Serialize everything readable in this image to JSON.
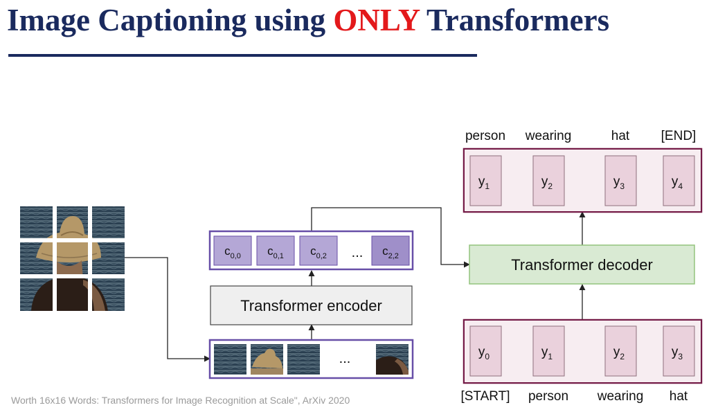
{
  "slide": {
    "title_part1": "Image Captioning using ",
    "title_emphasis": "ONLY",
    "title_part2": " Transformers",
    "footer": "Worth 16x16 Words: Transformers for Image Recognition at Scale\", ArXiv 2020"
  },
  "diagram": {
    "encoder_label": "Transformer encoder",
    "decoder_label": "Transformer decoder",
    "patch_ellipsis": "...",
    "context_ellipsis": "...",
    "context_tokens": [
      {
        "base": "c",
        "sub": "0,0"
      },
      {
        "base": "c",
        "sub": "0,1"
      },
      {
        "base": "c",
        "sub": "0,2"
      },
      {
        "base": "c",
        "sub": "2,2"
      }
    ],
    "output_tokens": [
      {
        "base": "y",
        "sub": "1"
      },
      {
        "base": "y",
        "sub": "2"
      },
      {
        "base": "y",
        "sub": "3"
      },
      {
        "base": "y",
        "sub": "4"
      }
    ],
    "output_words": [
      "person",
      "wearing",
      "hat",
      "[END]"
    ],
    "input_tokens": [
      {
        "base": "y",
        "sub": "0"
      },
      {
        "base": "y",
        "sub": "1"
      },
      {
        "base": "y",
        "sub": "2"
      },
      {
        "base": "y",
        "sub": "3"
      }
    ],
    "input_words": [
      "[START]",
      "person",
      "wearing",
      "hat"
    ],
    "colors": {
      "title": "#1a2a5e",
      "emphasis": "#e3191b",
      "encoder_fill": "#efefef",
      "decoder_fill": "#d9ead3",
      "decoder_stroke": "#93c47d",
      "context_fill": "#b4a7d6",
      "context_border": "#674ea7",
      "token_fill": "#ead1dc",
      "token_border": "#741b47"
    }
  }
}
